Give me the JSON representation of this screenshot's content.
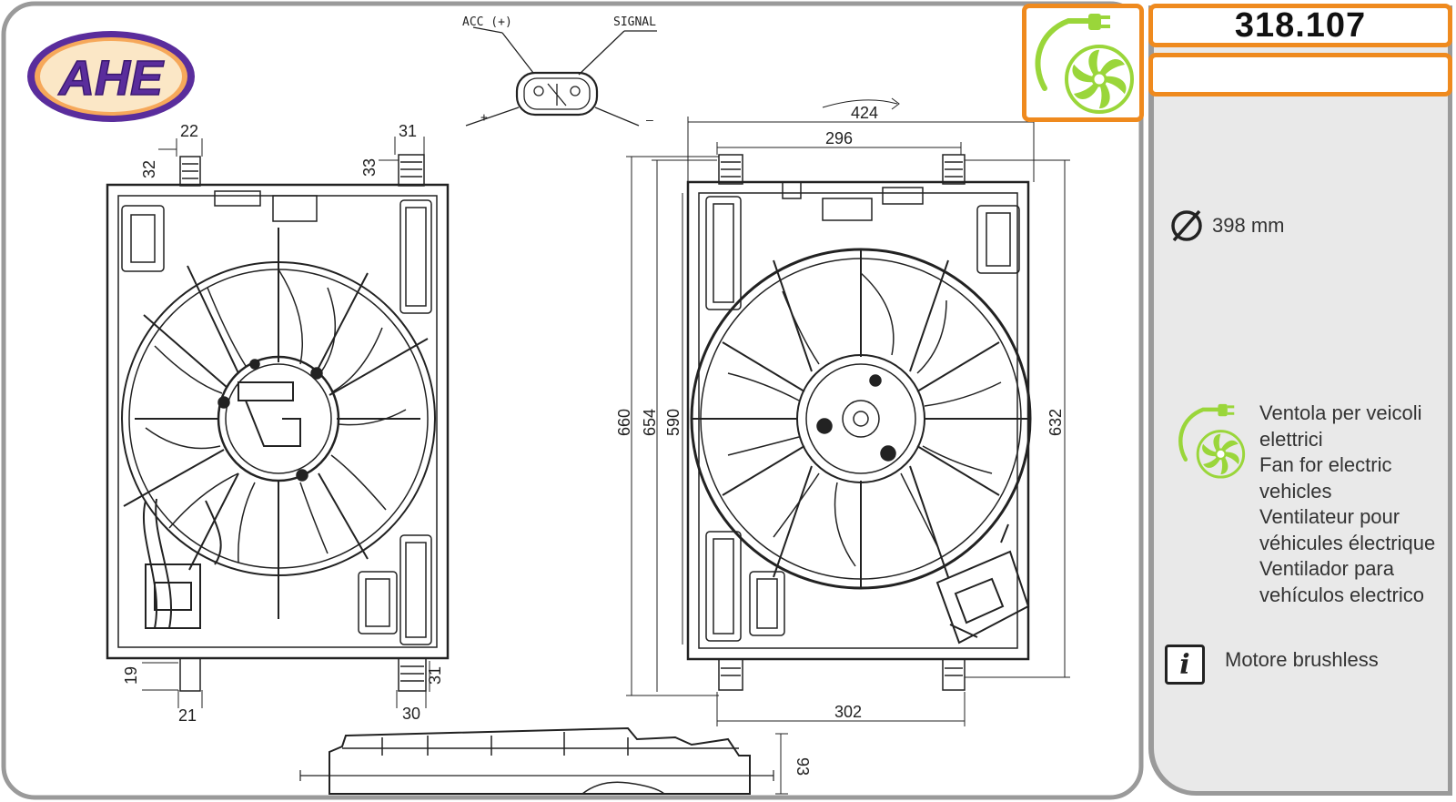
{
  "brand": {
    "logo_text": "AHE",
    "colors": {
      "logo_fill": "#5a2d9c",
      "logo_ring": "#f08a24",
      "accent": "#ef8a1e",
      "fan_green": "#9ad63a"
    }
  },
  "product": {
    "code": "318.107"
  },
  "specs": {
    "diameter_symbol": "Ø",
    "diameter": "398 mm"
  },
  "description": [
    "Ventola per veicoli",
    "elettrici",
    "Fan for electric",
    "vehicles",
    "Ventilateur pour",
    "véhicules électrique",
    "Ventilador para",
    "vehículos electrico"
  ],
  "info": {
    "icon": "info-icon",
    "letter": "i",
    "text": "Motore brushless"
  },
  "connector": {
    "acc": "ACC (+)",
    "signal": "SIGNAL",
    "plus": "+",
    "minus": "–"
  },
  "dimensions": {
    "front_top_left": "22",
    "front_top_left_height": "32",
    "front_top_right": "31",
    "front_top_right_height": "33",
    "front_bottom_left_height": "19",
    "front_bottom_left_width": "21",
    "front_bottom_right_height": "31",
    "front_bottom_right_width": "30",
    "rear_width_total": "424",
    "rear_width_inner": "296",
    "rear_height_660": "660",
    "rear_height_654": "654",
    "rear_height_590": "590",
    "rear_height_632": "632",
    "rear_bottom_width": "302",
    "side_depth": "93"
  }
}
